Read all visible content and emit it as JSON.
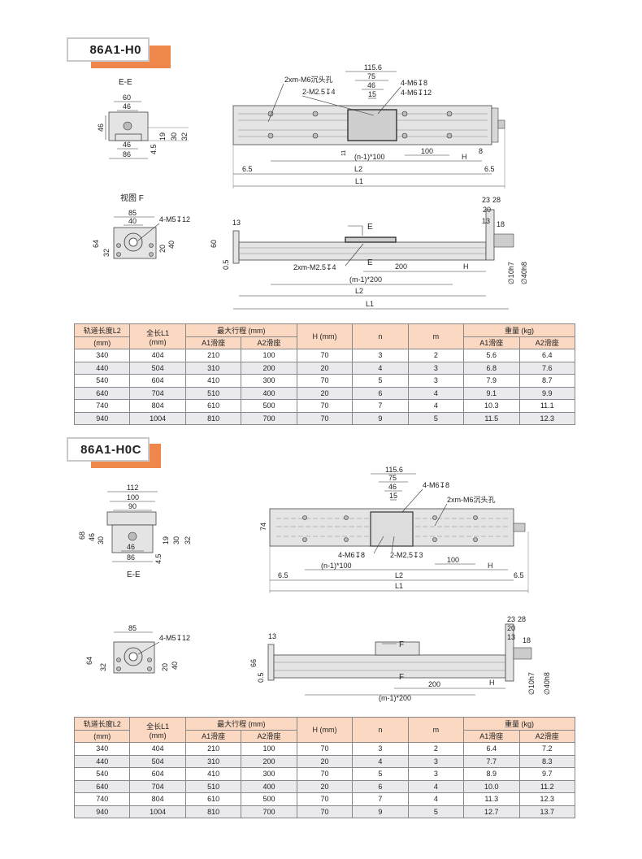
{
  "accent_color": "#f0874a",
  "header_bg": "#fbd8c1",
  "s1": {
    "title": "86A1-H0",
    "ee_label": "E-E",
    "ee": {
      "w60": "60",
      "w46": "46",
      "h46": "46",
      "b46": "46",
      "b86": "86",
      "d19": "19",
      "d30": "30",
      "d32": "32",
      "d45": "4.5"
    },
    "top": {
      "d1156": "115.6",
      "d75": "75",
      "d46": "46",
      "d15": "15",
      "m6c": "2xm-M6沉头孔",
      "m25": "2-M2.5↧4",
      "m6a": "4-M6↧8",
      "m6b": "4-M6↧12",
      "n100": "(n-1)*100",
      "d100": "100",
      "h": "H",
      "d8": "8",
      "d11": "11",
      "l65": "6.5",
      "r65": "6.5",
      "l2": "L2",
      "l1": "L1"
    },
    "viewf_label": "视图 F",
    "flange": {
      "w85": "85",
      "w40": "40",
      "m5": "4-M5↧12",
      "h64": "64",
      "h32": "32",
      "h20": "20",
      "h40": "40"
    },
    "side": {
      "d13": "13",
      "h60": "60",
      "d05": "0.5",
      "e1": "E",
      "e2": "E",
      "m25": "2xm-M2.5↧4",
      "d200": "200",
      "h": "H",
      "m200": "(m-1)*200",
      "l2": "L2",
      "l1": "L1",
      "d23": "23",
      "d28": "28",
      "d20": "20",
      "r13": "13",
      "d18": "18",
      "phi10": "∅10h7",
      "phi40": "∅40h8"
    }
  },
  "s2": {
    "title": "86A1-H0C",
    "ee_label": "E-E",
    "ee": {
      "w112": "112",
      "w100": "100",
      "w90": "90",
      "h68": "68",
      "h46": "46",
      "h30": "30",
      "b46": "46",
      "b86": "86",
      "d45": "4.5",
      "d19": "19",
      "d30": "30",
      "d32": "32"
    },
    "top": {
      "h74": "74",
      "d1156": "115.6",
      "d75": "75",
      "d46": "46",
      "d15": "15",
      "m6a": "4-M6↧8",
      "m6c": "2xm-M6沉头孔",
      "m6b": "4-M6↧8",
      "m25": "2-M2.5↧3",
      "d100": "100",
      "h": "H",
      "n100": "(n-1)*100",
      "l65": "6.5",
      "r65": "6.5",
      "l2": "L2",
      "l1": "L1"
    },
    "flange": {
      "w85": "85",
      "m5": "4-M5↧12",
      "h64": "64",
      "h32": "32",
      "h20": "20",
      "h40": "40"
    },
    "side": {
      "d13": "13",
      "h66": "66",
      "d05": "0.5",
      "f1": "F",
      "f2": "F",
      "d200": "200",
      "h": "H",
      "m200": "(m-1)*200",
      "d23": "23",
      "d28": "28",
      "d20": "20",
      "r13": "13",
      "d18": "18",
      "phi10": "∅10h7",
      "phi40": "∅40h8"
    }
  },
  "table_headers": {
    "rail_len": "轨道长度L2",
    "rail_len_unit": "(mm)",
    "total_len": "全长L1",
    "total_len_unit": "(mm)",
    "max_stroke": "最大行程 (mm)",
    "a1": "A1滑座",
    "a2": "A2滑座",
    "h": "H (mm)",
    "n": "n",
    "m": "m",
    "weight": "重量 (kg)"
  },
  "table1": [
    [
      "340",
      "404",
      "210",
      "100",
      "70",
      "3",
      "2",
      "5.6",
      "6.4"
    ],
    [
      "440",
      "504",
      "310",
      "200",
      "20",
      "4",
      "3",
      "6.8",
      "7.6"
    ],
    [
      "540",
      "604",
      "410",
      "300",
      "70",
      "5",
      "3",
      "7.9",
      "8.7"
    ],
    [
      "640",
      "704",
      "510",
      "400",
      "20",
      "6",
      "4",
      "9.1",
      "9.9"
    ],
    [
      "740",
      "804",
      "610",
      "500",
      "70",
      "7",
      "4",
      "10.3",
      "11.1"
    ],
    [
      "940",
      "1004",
      "810",
      "700",
      "70",
      "9",
      "5",
      "11.5",
      "12.3"
    ]
  ],
  "table2": [
    [
      "340",
      "404",
      "210",
      "100",
      "70",
      "3",
      "2",
      "6.4",
      "7.2"
    ],
    [
      "440",
      "504",
      "310",
      "200",
      "20",
      "4",
      "3",
      "7.7",
      "8.3"
    ],
    [
      "540",
      "604",
      "410",
      "300",
      "70",
      "5",
      "3",
      "8.9",
      "9.7"
    ],
    [
      "640",
      "704",
      "510",
      "400",
      "20",
      "6",
      "4",
      "10.0",
      "11.2"
    ],
    [
      "740",
      "804",
      "610",
      "500",
      "70",
      "7",
      "4",
      "11.3",
      "12.3"
    ],
    [
      "940",
      "1004",
      "810",
      "700",
      "70",
      "9",
      "5",
      "12.7",
      "13.7"
    ]
  ]
}
